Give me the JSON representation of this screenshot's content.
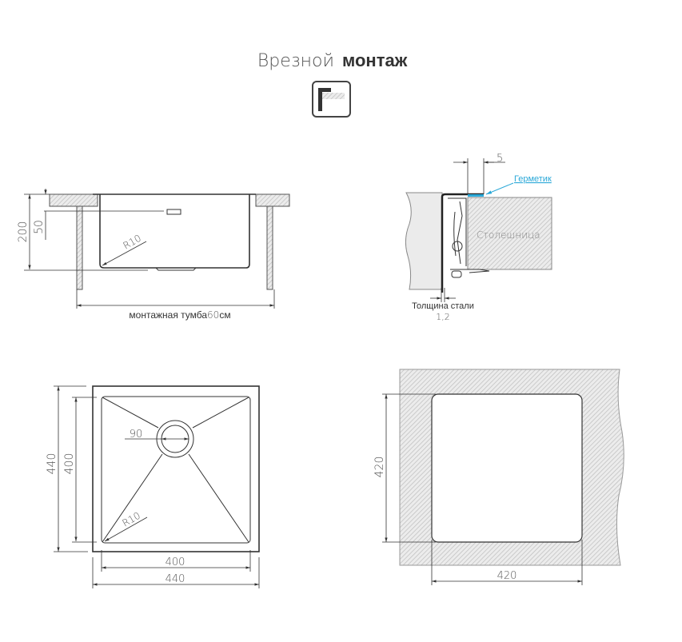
{
  "title": {
    "light": "Врезной",
    "bold": "монтаж"
  },
  "mounting_icon": "undermount-icon",
  "section_view": {
    "dim_height": "200",
    "dim_overflow": "50",
    "radius": "R10",
    "cabinet_label": "монтажная тумба",
    "cabinet_size": "60",
    "cabinet_unit": "см"
  },
  "detail_view": {
    "dim_gap": "5",
    "sealant_label": "Герметик",
    "countertop_label": "Столешница",
    "steel_thickness_label": "Толщина стали",
    "steel_thickness_value": "1,2"
  },
  "plan_view": {
    "outer_height": "440",
    "inner_height": "400",
    "drain_diameter": "90",
    "radius": "R10",
    "inner_width": "400",
    "outer_width": "440"
  },
  "cutout_view": {
    "height": "420",
    "width": "420"
  },
  "colors": {
    "line": "#333333",
    "sealant": "#2aa8d8",
    "hatch": "#bdbdbd"
  }
}
